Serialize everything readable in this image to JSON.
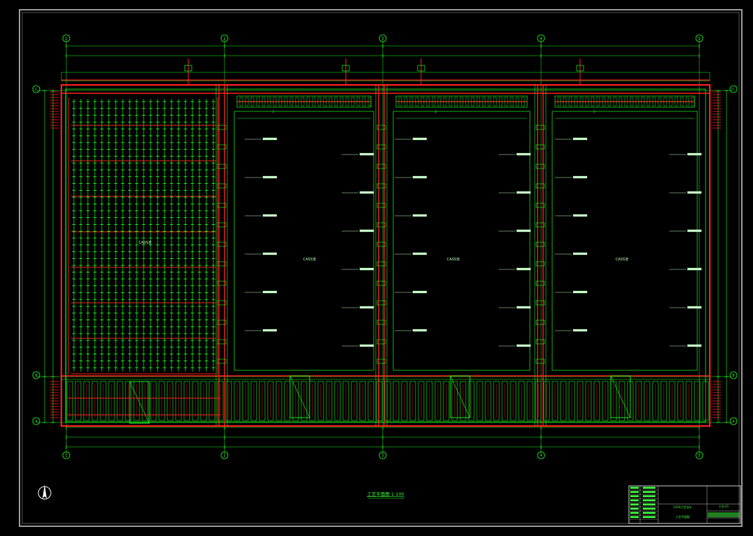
{
  "drawing": {
    "view_title": "工艺平面图 1:100",
    "colors": {
      "background": "#000000",
      "sheet_border": "#ffffff",
      "wall": "#ff2020",
      "equipment": "#20ff20",
      "annotation": "#c8ffc8",
      "axis_bubble": "#20ff20",
      "title_block": "#ffffff",
      "title_text": "#40ff40"
    },
    "axis_labels_top": [
      "1",
      "2",
      "3",
      "4",
      "5"
    ],
    "axis_labels_side": [
      "A",
      "B",
      "C"
    ],
    "tank_labels": [
      "CASS池",
      "CASS池",
      "CASS池",
      "CASS池"
    ],
    "pump_labels": [
      "1",
      "2",
      "3"
    ],
    "north_arrow": "north-arrow-icon",
    "title_block": {
      "project": "CASS工艺设计",
      "sheet_title": "工艺平面图",
      "drawing_no": "工艺-01"
    }
  }
}
